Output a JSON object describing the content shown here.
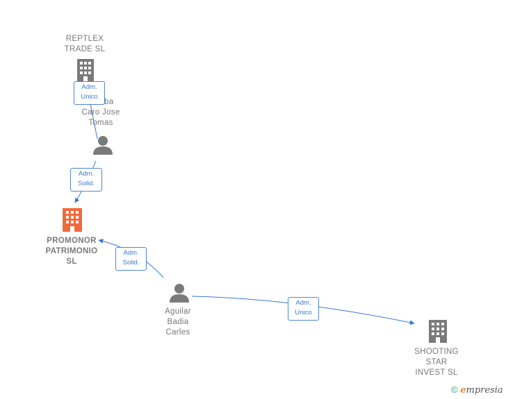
{
  "nodes": {
    "reptlex": {
      "label": "REPTLEX\nTRADE SL",
      "type": "company",
      "icon": "building-icon",
      "color": "#777777"
    },
    "caro": {
      "label": "Caro Jose\nTomas",
      "label_partial_top": "ba",
      "type": "person",
      "icon": "person-icon",
      "color": "#777777"
    },
    "promonor": {
      "label": "PROMONOR\nPATRIMONIO\nSL",
      "type": "company",
      "icon": "building-icon",
      "color": "#f06a3c",
      "highlighted": true
    },
    "aguilar": {
      "label": "Aguilar\nBadia\nCarles",
      "type": "person",
      "icon": "person-icon",
      "color": "#777777"
    },
    "shooting": {
      "label": "SHOOTING\nSTAR\nINVEST  SL",
      "type": "company",
      "icon": "building-icon",
      "color": "#777777"
    }
  },
  "edges": [
    {
      "from": "caro",
      "to": "reptlex",
      "label": "Adm.\nUnico"
    },
    {
      "from": "caro",
      "to": "promonor",
      "label": "Adm.\nSolid."
    },
    {
      "from": "aguilar",
      "to": "promonor",
      "label": "Adm.\nSolid."
    },
    {
      "from": "aguilar",
      "to": "shooting",
      "label": "Adm.\nUnico"
    }
  ],
  "footer": {
    "copyright": "©",
    "brand_first": "e",
    "brand_rest": "mpresia"
  },
  "colors": {
    "edge": "#3b78d0",
    "highlight": "#f06a3c",
    "node": "#777777"
  }
}
